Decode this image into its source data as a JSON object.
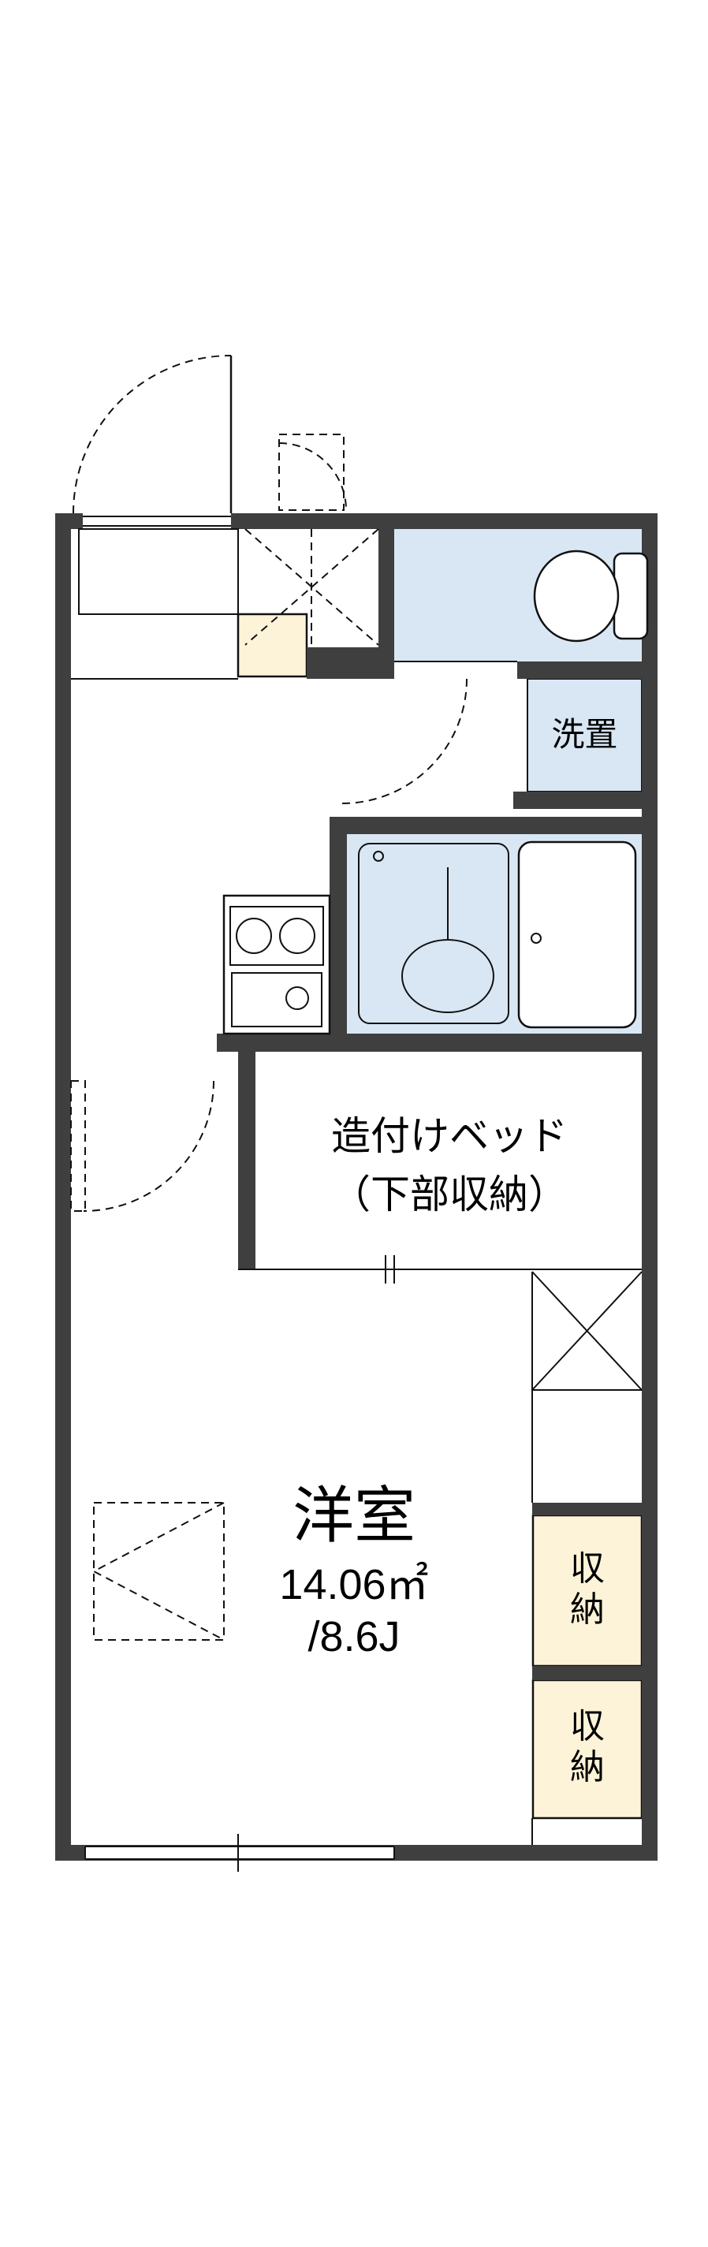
{
  "labels": {
    "washer": "洗置",
    "bed_line1": "造付けベッド",
    "bed_line2": "（下部収納）",
    "room_name": "洋室",
    "room_area": "14.06㎡",
    "room_size": "/8.6J",
    "storage_top": "収納",
    "storage_bottom": "収納"
  },
  "colors": {
    "wall": "#3f3f3f",
    "water": "#d9e7f4",
    "storage": "#fdf3d8",
    "line": "#111111",
    "background": "#ffffff"
  }
}
